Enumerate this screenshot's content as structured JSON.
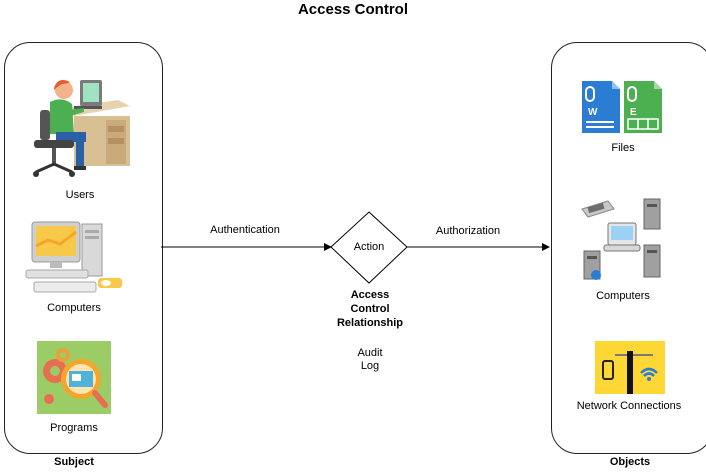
{
  "title": "Access Control",
  "subject_panel": {
    "caption": "Subject",
    "items": [
      {
        "label": "Users",
        "icon": "user-at-computer-icon"
      },
      {
        "label": "Computers",
        "icon": "desktop-computer-icon"
      },
      {
        "label": "Programs",
        "icon": "program-gears-icon"
      }
    ]
  },
  "objects_panel": {
    "caption": "Objects",
    "items": [
      {
        "label": "Files",
        "icon": "office-files-icon"
      },
      {
        "label": "Computers",
        "icon": "networked-computers-icon"
      },
      {
        "label": "Network Connections",
        "icon": "network-connection-icon"
      }
    ]
  },
  "flow": {
    "left_edge_label": "Authentication",
    "right_edge_label": "Authorization",
    "decision_label": "Action",
    "relationship_label": [
      "Access",
      "Control",
      "Relationship"
    ],
    "audit_label": [
      "Audit",
      "Log"
    ]
  },
  "colors": {
    "line": "#000000",
    "panel_border": "#222222",
    "user_shirt": "#4caf50",
    "word_blue": "#2b7cd3",
    "excel_green": "#4caf50",
    "programs_bg": "#9ccc65",
    "network_bg": "#fdd835"
  }
}
